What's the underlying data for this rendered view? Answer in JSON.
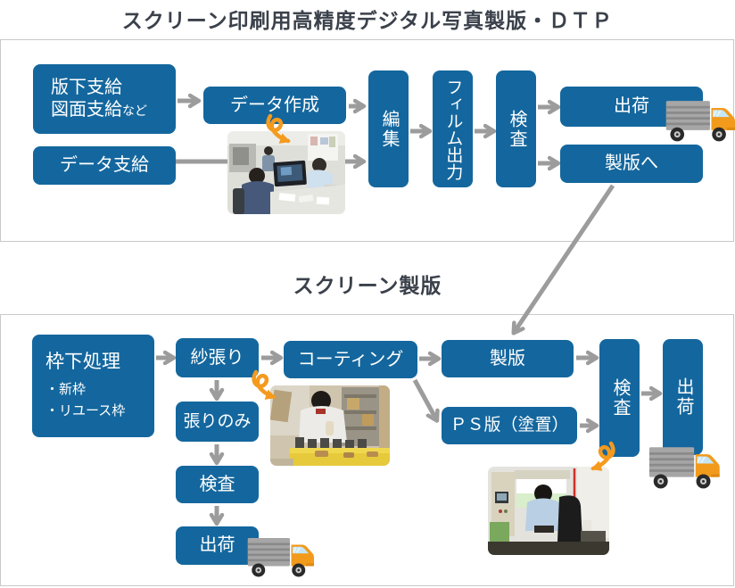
{
  "titles": {
    "top": "スクリーン印刷用高精度デジタル写真製版・ＤＴＰ",
    "bottom": "スクリーン製版"
  },
  "dtp": {
    "hanshita_line1": "版下支給",
    "hanshita_line2": "図面支給",
    "hanshita_note": "など",
    "data_shikyu": "データ支給",
    "data_sakusei": "データ作成",
    "henshu": "編集",
    "film_output": "フィルム出力",
    "kensa": "検査",
    "shukka": "出荷",
    "seihan_e": "製版へ"
  },
  "seihan": {
    "wakushita_title": "枠下処理",
    "wakushita_item1": "・新枠",
    "wakushita_item2": "・リユース枠",
    "shabari": "紗張り",
    "coating": "コーティング",
    "seihan": "製版",
    "ps_ban": "ＰＳ版（塗置）",
    "harinomi": "張りのみ",
    "kensa_left": "検査",
    "shukka_left": "出荷",
    "kensa_right": "検査",
    "shukka_right": "出荷"
  },
  "icons": {
    "truck": "delivery-truck-icon",
    "hand_arrow": "hand-drawn-loop-arrow-icon"
  },
  "colors": {
    "box_blue": "#14679e",
    "arrow_gray": "#9c9c9c",
    "hand_arrow_orange": "#f49a1f",
    "title_text": "#3b414b",
    "panel_border": "#c9c9c9",
    "truck_body_gray": "#a6a6a6",
    "truck_cab_orange": "#f29a1b"
  }
}
